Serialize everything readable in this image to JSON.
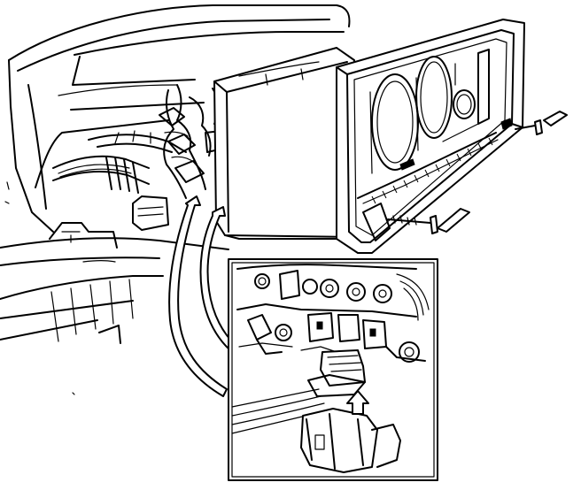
{
  "figure": {
    "background": "#ffffff",
    "ink": "#000000",
    "parts": [
      "dashboard-bezel",
      "instrument-cluster-frame",
      "gauge-openings",
      "cluster-housing",
      "wiring-harness",
      "bulb-socket-connector",
      "mounting-screw",
      "retaining-clip",
      "detail-inset",
      "inset-connector-plug",
      "insertion-arrow"
    ]
  }
}
